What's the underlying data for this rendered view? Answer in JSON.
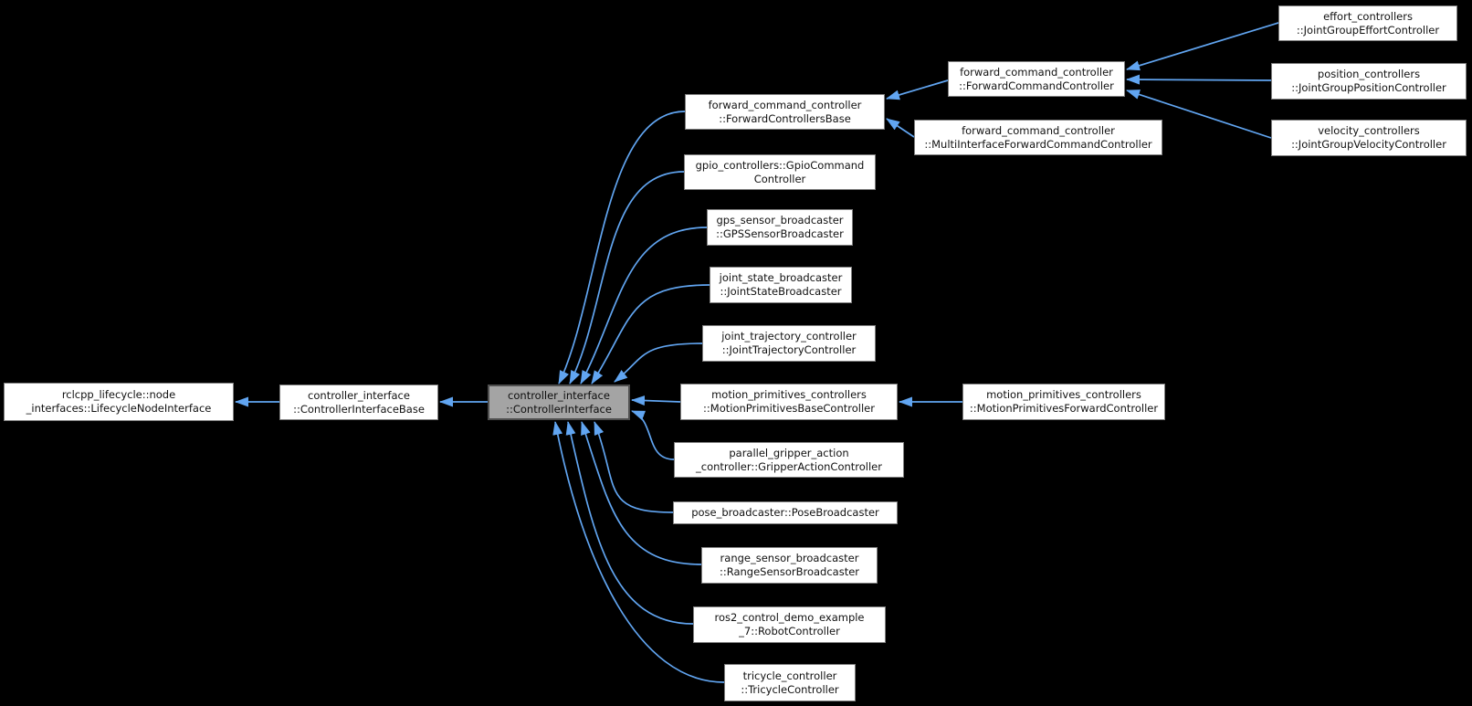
{
  "diagram": {
    "type": "class-inheritance-graph",
    "highlighted_node": "controller_interface::ControllerInterface",
    "colors": {
      "background": "#000000",
      "node_fill": "#ffffff",
      "node_border": "#7f7f7f",
      "highlight_fill": "#a4a4a4",
      "highlight_border": "#4f4f4f",
      "text": "#111111",
      "edge": "#61a5f1"
    },
    "nodes": [
      {
        "id": "rclcpp",
        "highlighted": false,
        "lines": [
          "rclcpp_lifecycle::node",
          "_interfaces::LifecycleNodeInterface"
        ]
      },
      {
        "id": "cibase",
        "highlighted": false,
        "lines": [
          "controller_interface",
          "::ControllerInterfaceBase"
        ]
      },
      {
        "id": "ci",
        "highlighted": true,
        "lines": [
          "controller_interface",
          "::ControllerInterface"
        ]
      },
      {
        "id": "fwd_base",
        "highlighted": false,
        "lines": [
          "forward_command_controller",
          "::ForwardControllersBase"
        ]
      },
      {
        "id": "gpio",
        "highlighted": false,
        "lines": [
          "gpio_controllers::GpioCommand",
          "Controller"
        ]
      },
      {
        "id": "gps",
        "highlighted": false,
        "lines": [
          "gps_sensor_broadcaster",
          "::GPSSensorBroadcaster"
        ]
      },
      {
        "id": "joint_state",
        "highlighted": false,
        "lines": [
          "joint_state_broadcaster",
          "::JointStateBroadcaster"
        ]
      },
      {
        "id": "joint_traj",
        "highlighted": false,
        "lines": [
          "joint_trajectory_controller",
          "::JointTrajectoryController"
        ]
      },
      {
        "id": "motion_base",
        "highlighted": false,
        "lines": [
          "motion_primitives_controllers",
          "::MotionPrimitivesBaseController"
        ]
      },
      {
        "id": "parallel",
        "highlighted": false,
        "lines": [
          "parallel_gripper_action",
          "_controller::GripperActionController"
        ]
      },
      {
        "id": "pose",
        "highlighted": false,
        "lines": [
          "pose_broadcaster::PoseBroadcaster"
        ]
      },
      {
        "id": "range",
        "highlighted": false,
        "lines": [
          "range_sensor_broadcaster",
          "::RangeSensorBroadcaster"
        ]
      },
      {
        "id": "ros2demo",
        "highlighted": false,
        "lines": [
          "ros2_control_demo_example",
          "_7::RobotController"
        ]
      },
      {
        "id": "tricycle",
        "highlighted": false,
        "lines": [
          "tricycle_controller",
          "::TricycleController"
        ]
      },
      {
        "id": "fwd_cmd",
        "highlighted": false,
        "lines": [
          "forward_command_controller",
          "::ForwardCommandController"
        ]
      },
      {
        "id": "multi",
        "highlighted": false,
        "lines": [
          "forward_command_controller",
          "::MultiInterfaceForwardCommandController"
        ]
      },
      {
        "id": "motion_fwd",
        "highlighted": false,
        "lines": [
          "motion_primitives_controllers",
          "::MotionPrimitivesForwardController"
        ]
      },
      {
        "id": "effort",
        "highlighted": false,
        "lines": [
          "effort_controllers",
          "::JointGroupEffortController"
        ]
      },
      {
        "id": "position",
        "highlighted": false,
        "lines": [
          "position_controllers",
          "::JointGroupPositionController"
        ]
      },
      {
        "id": "velocity",
        "highlighted": false,
        "lines": [
          "velocity_controllers",
          "::JointGroupVelocityController"
        ]
      }
    ],
    "edges": [
      {
        "from": "cibase",
        "to": "rclcpp"
      },
      {
        "from": "ci",
        "to": "cibase"
      },
      {
        "from": "fwd_base",
        "to": "ci"
      },
      {
        "from": "gpio",
        "to": "ci"
      },
      {
        "from": "gps",
        "to": "ci"
      },
      {
        "from": "joint_state",
        "to": "ci"
      },
      {
        "from": "joint_traj",
        "to": "ci"
      },
      {
        "from": "motion_base",
        "to": "ci"
      },
      {
        "from": "parallel",
        "to": "ci"
      },
      {
        "from": "pose",
        "to": "ci"
      },
      {
        "from": "range",
        "to": "ci"
      },
      {
        "from": "ros2demo",
        "to": "ci"
      },
      {
        "from": "tricycle",
        "to": "ci"
      },
      {
        "from": "fwd_cmd",
        "to": "fwd_base"
      },
      {
        "from": "multi",
        "to": "fwd_base"
      },
      {
        "from": "effort",
        "to": "fwd_cmd"
      },
      {
        "from": "position",
        "to": "fwd_cmd"
      },
      {
        "from": "velocity",
        "to": "fwd_cmd"
      },
      {
        "from": "motion_fwd",
        "to": "motion_base"
      }
    ]
  }
}
